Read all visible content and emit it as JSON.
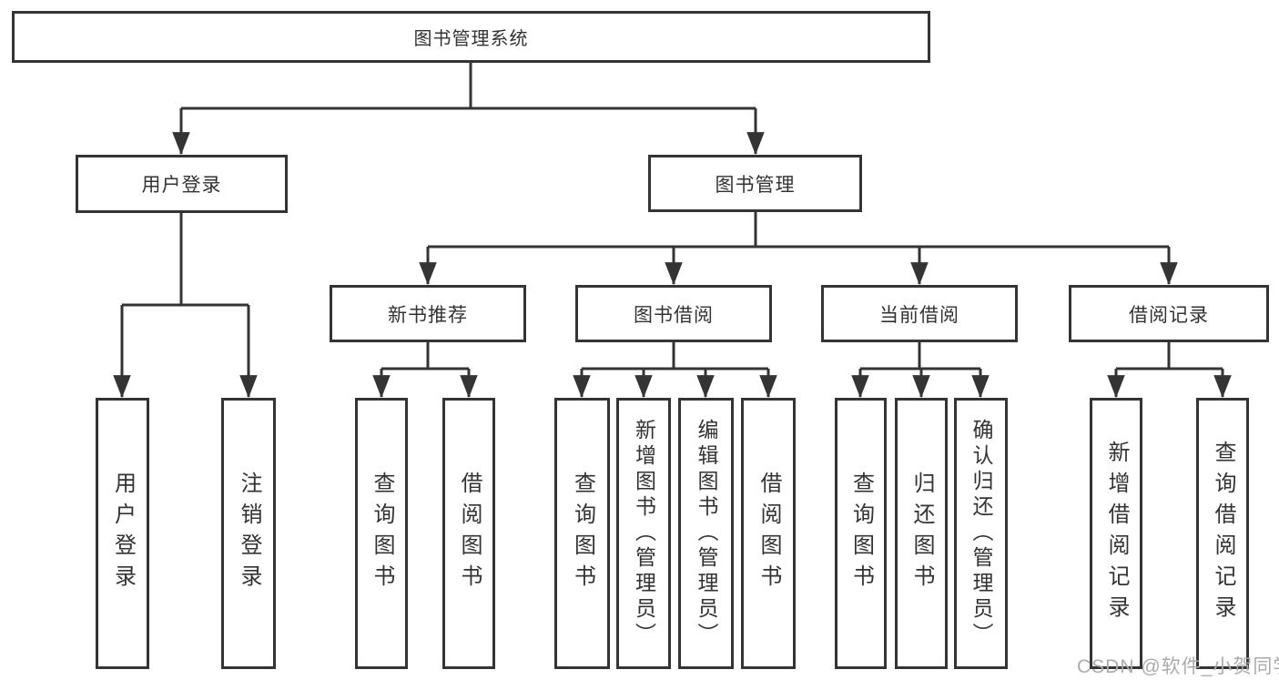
{
  "nodes": {
    "root": {
      "label": "图书管理系统"
    },
    "branches": [
      {
        "label": "用户登录"
      },
      {
        "label": "图书管理"
      }
    ],
    "modules": [
      {
        "label": "新书推荐"
      },
      {
        "label": "图书借阅"
      },
      {
        "label": "当前借阅"
      },
      {
        "label": "借阅记录"
      }
    ],
    "leaves": [
      {
        "label": "用户登录"
      },
      {
        "label": "注销登录"
      },
      {
        "label": "查询图书"
      },
      {
        "label": "借阅图书"
      },
      {
        "label": "查询图书"
      },
      {
        "label": "新增图书（管理员）"
      },
      {
        "label": "编辑图书（管理员）"
      },
      {
        "label": "借阅图书"
      },
      {
        "label": "查询图书"
      },
      {
        "label": "归还图书"
      },
      {
        "label": "确认归还（管理员）"
      },
      {
        "label": "新增借阅记录"
      },
      {
        "label": "查询借阅记录"
      }
    ]
  },
  "watermark": {
    "text": "CSDN @软件_小贺同学"
  },
  "colors": {
    "line": "#343434",
    "text": "#333333",
    "box-bg": "#ffffff",
    "watermark": "#ababab"
  }
}
